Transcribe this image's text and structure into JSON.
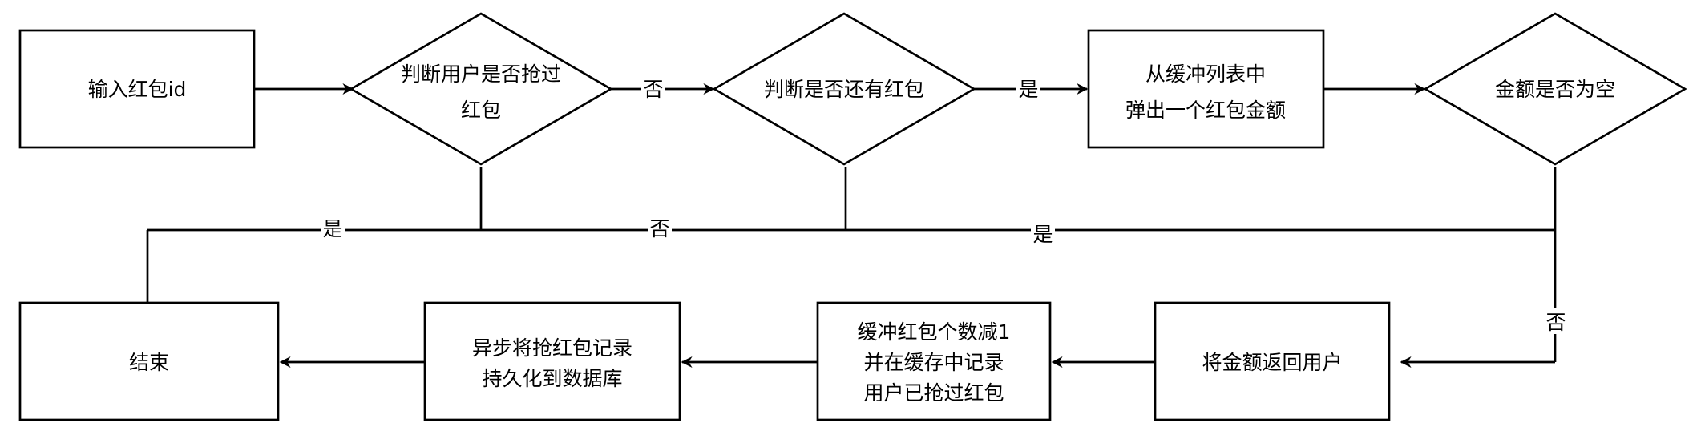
{
  "nodes": {
    "input": {
      "lines": [
        "输入红包id"
      ]
    },
    "check_grabbed": {
      "lines": [
        "判断用户是否抢过",
        "红包"
      ]
    },
    "check_remaining": {
      "lines": [
        "判断是否还有红包"
      ]
    },
    "pop_amount": {
      "lines": [
        "从缓冲列表中",
        "弹出一个红包金额"
      ]
    },
    "amount_empty": {
      "lines": [
        "金额是否为空"
      ]
    },
    "end": {
      "lines": [
        "结束"
      ]
    },
    "async_record": {
      "lines": [
        "异步将抢红包记录",
        "持久化到数据库"
      ]
    },
    "decrement_count": {
      "lines": [
        "缓冲红包个数减1",
        "并在缓存中记录",
        "用户已抢过红包"
      ]
    },
    "return_amount": {
      "lines": [
        "将金额返回用户"
      ]
    }
  },
  "edges": {
    "grabbed_no": "否",
    "remaining_yes": "是",
    "grabbed_yes": "是",
    "remaining_no": "否",
    "empty_yes": "是",
    "empty_no": "否"
  }
}
